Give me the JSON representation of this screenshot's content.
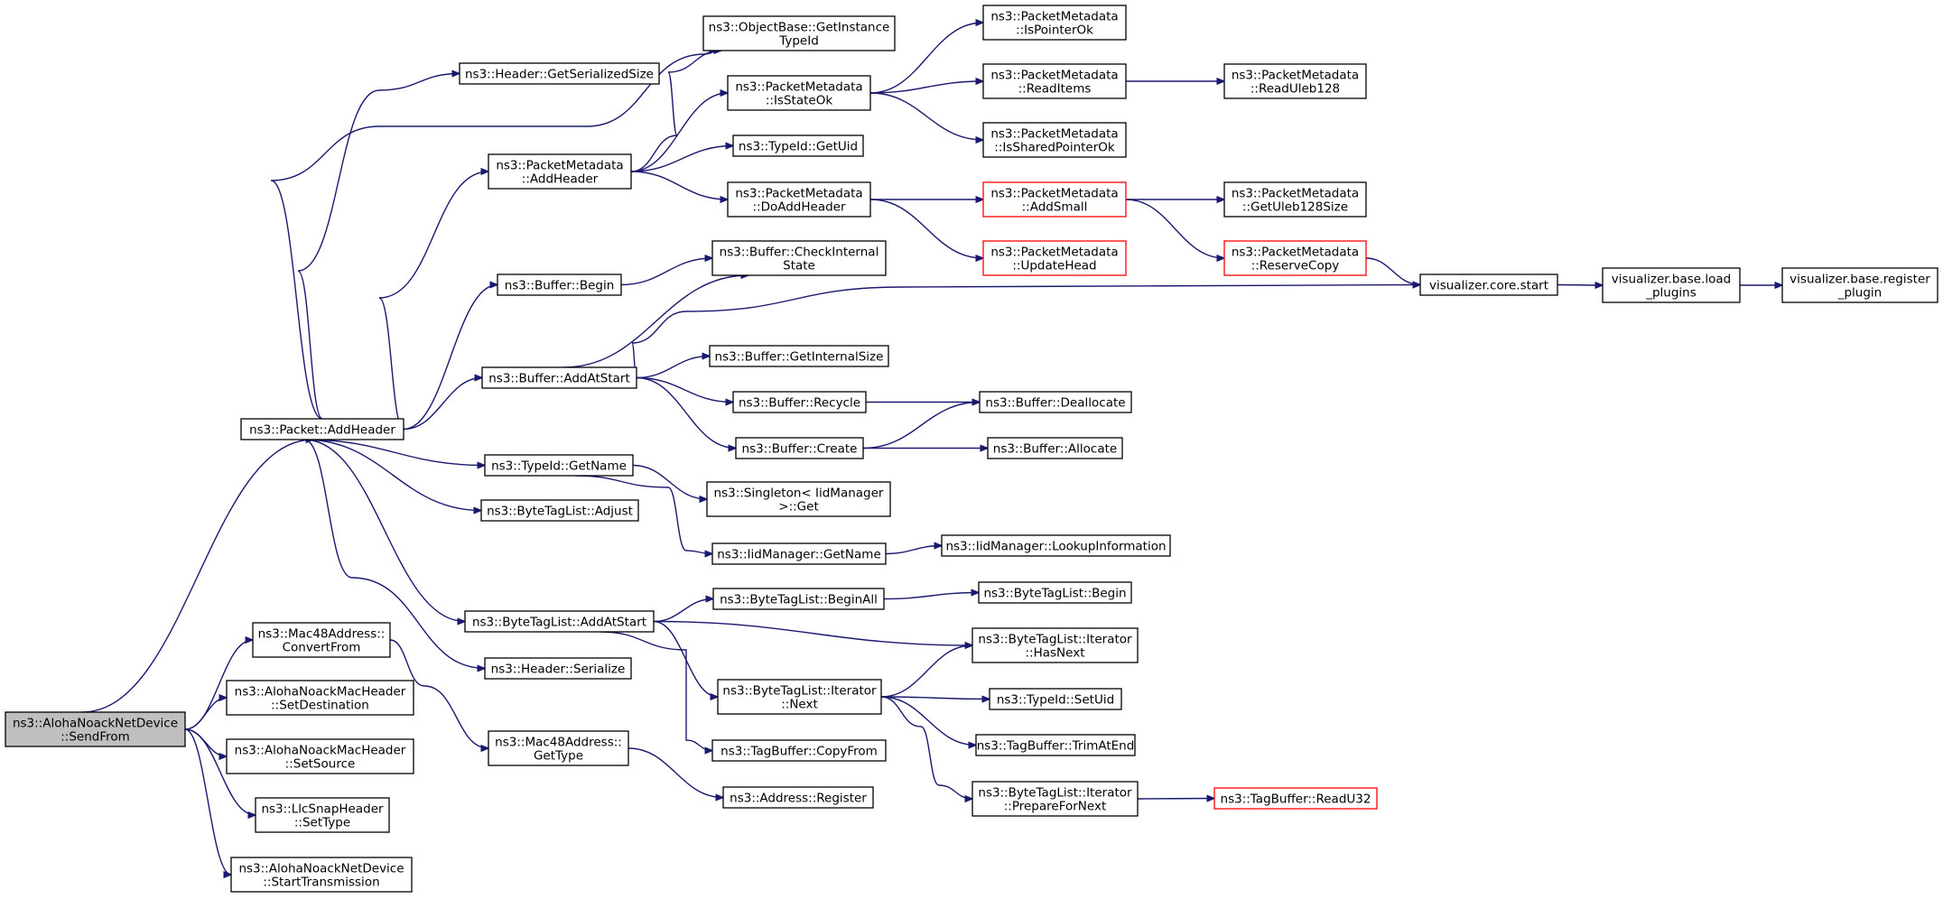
{
  "diagram": {
    "title": "",
    "edge_color": "#191970",
    "root_fill": "#bfbfbf",
    "highlight_border": "#ff0000",
    "nodes": [
      {
        "id": "root",
        "lines": [
          "ns3::AlohaNoackNetDevice",
          "::SendFrom"
        ],
        "style": "root"
      },
      {
        "id": "pkt_addheader",
        "lines": [
          "ns3::Packet::AddHeader"
        ]
      },
      {
        "id": "mac48_convertfrom",
        "lines": [
          "ns3::Mac48Address::",
          "ConvertFrom"
        ]
      },
      {
        "id": "aloha_setdest",
        "lines": [
          "ns3::AlohaNoackMacHeader",
          "::SetDestination"
        ]
      },
      {
        "id": "aloha_setsource",
        "lines": [
          "ns3::AlohaNoackMacHeader",
          "::SetSource"
        ]
      },
      {
        "id": "llc_settype",
        "lines": [
          "ns3::LlcSnapHeader",
          "::SetType"
        ]
      },
      {
        "id": "aloha_starttx",
        "lines": [
          "ns3::AlohaNoackNetDevice",
          "::StartTransmission"
        ]
      },
      {
        "id": "hdr_getsersize",
        "lines": [
          "ns3::Header::GetSerializedSize"
        ]
      },
      {
        "id": "objbase_getinst",
        "lines": [
          "ns3::ObjectBase::GetInstance",
          "TypeId"
        ]
      },
      {
        "id": "pm_addheader",
        "lines": [
          "ns3::PacketMetadata",
          "::AddHeader"
        ]
      },
      {
        "id": "buf_begin",
        "lines": [
          "ns3::Buffer::Begin"
        ]
      },
      {
        "id": "buf_addatstart",
        "lines": [
          "ns3::Buffer::AddAtStart"
        ]
      },
      {
        "id": "typeid_getname",
        "lines": [
          "ns3::TypeId::GetName"
        ]
      },
      {
        "id": "btl_adjust",
        "lines": [
          "ns3::ByteTagList::Adjust"
        ]
      },
      {
        "id": "btl_addatstart",
        "lines": [
          "ns3::ByteTagList::AddAtStart"
        ]
      },
      {
        "id": "hdr_serialize",
        "lines": [
          "ns3::Header::Serialize"
        ]
      },
      {
        "id": "mac48_gettype",
        "lines": [
          "ns3::Mac48Address::",
          "GetType"
        ]
      },
      {
        "id": "pm_isstateok",
        "lines": [
          "ns3::PacketMetadata",
          "::IsStateOk"
        ]
      },
      {
        "id": "typeid_getuid",
        "lines": [
          "ns3::TypeId::GetUid"
        ]
      },
      {
        "id": "pm_doaddheader",
        "lines": [
          "ns3::PacketMetadata",
          "::DoAddHeader"
        ]
      },
      {
        "id": "buf_checkinternal",
        "lines": [
          "ns3::Buffer::CheckInternal",
          "State"
        ]
      },
      {
        "id": "buf_getinternalsize",
        "lines": [
          "ns3::Buffer::GetInternalSize"
        ]
      },
      {
        "id": "buf_recycle",
        "lines": [
          "ns3::Buffer::Recycle"
        ]
      },
      {
        "id": "buf_create",
        "lines": [
          "ns3::Buffer::Create"
        ]
      },
      {
        "id": "singleton_get",
        "lines": [
          "ns3::Singleton< IidManager",
          " >::Get"
        ]
      },
      {
        "id": "iid_getname",
        "lines": [
          "ns3::IidManager::GetName"
        ]
      },
      {
        "id": "btl_beginall",
        "lines": [
          "ns3::ByteTagList::BeginAll"
        ]
      },
      {
        "id": "btl_iter_next",
        "lines": [
          "ns3::ByteTagList::Iterator",
          "::Next"
        ]
      },
      {
        "id": "tagbuf_copyfrom",
        "lines": [
          "ns3::TagBuffer::CopyFrom"
        ]
      },
      {
        "id": "addr_register",
        "lines": [
          "ns3::Address::Register"
        ]
      },
      {
        "id": "pm_ispointerok",
        "lines": [
          "ns3::PacketMetadata",
          "::IsPointerOk"
        ]
      },
      {
        "id": "pm_readitems",
        "lines": [
          "ns3::PacketMetadata",
          "::ReadItems"
        ]
      },
      {
        "id": "pm_issharedptrok",
        "lines": [
          "ns3::PacketMetadata",
          "::IsSharedPointerOk"
        ]
      },
      {
        "id": "pm_addsmall",
        "lines": [
          "ns3::PacketMetadata",
          "::AddSmall"
        ],
        "style": "red"
      },
      {
        "id": "pm_updatehead",
        "lines": [
          "ns3::PacketMetadata",
          "::UpdateHead"
        ],
        "style": "red"
      },
      {
        "id": "buf_deallocate",
        "lines": [
          "ns3::Buffer::Deallocate"
        ]
      },
      {
        "id": "buf_allocate",
        "lines": [
          "ns3::Buffer::Allocate"
        ]
      },
      {
        "id": "iid_lookupinfo",
        "lines": [
          "ns3::IidManager::LookupInformation"
        ]
      },
      {
        "id": "btl_begin",
        "lines": [
          "ns3::ByteTagList::Begin"
        ]
      },
      {
        "id": "btl_iter_hasnext",
        "lines": [
          "ns3::ByteTagList::Iterator",
          "::HasNext"
        ]
      },
      {
        "id": "typeid_setuid",
        "lines": [
          "ns3::TypeId::SetUid"
        ]
      },
      {
        "id": "tagbuf_trimatend",
        "lines": [
          "ns3::TagBuffer::TrimAtEnd"
        ]
      },
      {
        "id": "btl_iter_prepare",
        "lines": [
          "ns3::ByteTagList::Iterator",
          "::PrepareForNext"
        ]
      },
      {
        "id": "pm_readuleb128",
        "lines": [
          "ns3::PacketMetadata",
          "::ReadUleb128"
        ]
      },
      {
        "id": "pm_getuleb128size",
        "lines": [
          "ns3::PacketMetadata",
          "::GetUleb128Size"
        ]
      },
      {
        "id": "pm_reservecopy",
        "lines": [
          "ns3::PacketMetadata",
          "::ReserveCopy"
        ],
        "style": "red"
      },
      {
        "id": "vis_core_start",
        "lines": [
          "visualizer.core.start"
        ]
      },
      {
        "id": "tagbuf_readu32",
        "lines": [
          "ns3::TagBuffer::ReadU32"
        ],
        "style": "red"
      },
      {
        "id": "vis_base_load",
        "lines": [
          "visualizer.base.load",
          "_plugins"
        ]
      },
      {
        "id": "vis_base_register",
        "lines": [
          "visualizer.base.register",
          "_plugin"
        ]
      }
    ],
    "edges": [
      [
        "root",
        "pkt_addheader"
      ],
      [
        "root",
        "mac48_convertfrom"
      ],
      [
        "root",
        "aloha_setdest"
      ],
      [
        "root",
        "aloha_setsource"
      ],
      [
        "root",
        "llc_settype"
      ],
      [
        "root",
        "aloha_starttx"
      ],
      [
        "pkt_addheader",
        "hdr_getsersize"
      ],
      [
        "pkt_addheader",
        "objbase_getinst"
      ],
      [
        "pkt_addheader",
        "pm_addheader"
      ],
      [
        "pkt_addheader",
        "buf_begin"
      ],
      [
        "pkt_addheader",
        "buf_addatstart"
      ],
      [
        "pkt_addheader",
        "typeid_getname"
      ],
      [
        "pkt_addheader",
        "btl_adjust"
      ],
      [
        "pkt_addheader",
        "btl_addatstart"
      ],
      [
        "pkt_addheader",
        "hdr_serialize"
      ],
      [
        "mac48_convertfrom",
        "mac48_gettype"
      ],
      [
        "pm_addheader",
        "objbase_getinst"
      ],
      [
        "pm_addheader",
        "pm_isstateok"
      ],
      [
        "pm_addheader",
        "typeid_getuid"
      ],
      [
        "pm_addheader",
        "pm_doaddheader"
      ],
      [
        "buf_begin",
        "buf_checkinternal"
      ],
      [
        "buf_addatstart",
        "buf_checkinternal"
      ],
      [
        "buf_addatstart",
        "vis_core_start"
      ],
      [
        "buf_addatstart",
        "buf_getinternalsize"
      ],
      [
        "buf_addatstart",
        "buf_recycle"
      ],
      [
        "buf_addatstart",
        "buf_create"
      ],
      [
        "typeid_getname",
        "singleton_get"
      ],
      [
        "typeid_getname",
        "iid_getname"
      ],
      [
        "btl_addatstart",
        "btl_beginall"
      ],
      [
        "btl_addatstart",
        "btl_iter_hasnext"
      ],
      [
        "btl_addatstart",
        "btl_iter_next"
      ],
      [
        "btl_addatstart",
        "tagbuf_copyfrom"
      ],
      [
        "mac48_gettype",
        "addr_register"
      ],
      [
        "pm_isstateok",
        "pm_ispointerok"
      ],
      [
        "pm_isstateok",
        "pm_readitems"
      ],
      [
        "pm_isstateok",
        "pm_issharedptrok"
      ],
      [
        "pm_doaddheader",
        "pm_addsmall"
      ],
      [
        "pm_doaddheader",
        "pm_updatehead"
      ],
      [
        "buf_recycle",
        "buf_deallocate"
      ],
      [
        "buf_create",
        "buf_deallocate"
      ],
      [
        "buf_create",
        "buf_allocate"
      ],
      [
        "iid_getname",
        "iid_lookupinfo"
      ],
      [
        "btl_beginall",
        "btl_begin"
      ],
      [
        "btl_iter_next",
        "btl_iter_hasnext"
      ],
      [
        "btl_iter_next",
        "typeid_setuid"
      ],
      [
        "btl_iter_next",
        "tagbuf_trimatend"
      ],
      [
        "btl_iter_next",
        "btl_iter_prepare"
      ],
      [
        "pm_readitems",
        "pm_readuleb128"
      ],
      [
        "pm_addsmall",
        "pm_getuleb128size"
      ],
      [
        "pm_addsmall",
        "pm_reservecopy"
      ],
      [
        "pm_reservecopy",
        "vis_core_start"
      ],
      [
        "btl_iter_prepare",
        "tagbuf_readu32"
      ],
      [
        "vis_core_start",
        "vis_base_load"
      ],
      [
        "vis_base_load",
        "vis_base_register"
      ]
    ]
  }
}
